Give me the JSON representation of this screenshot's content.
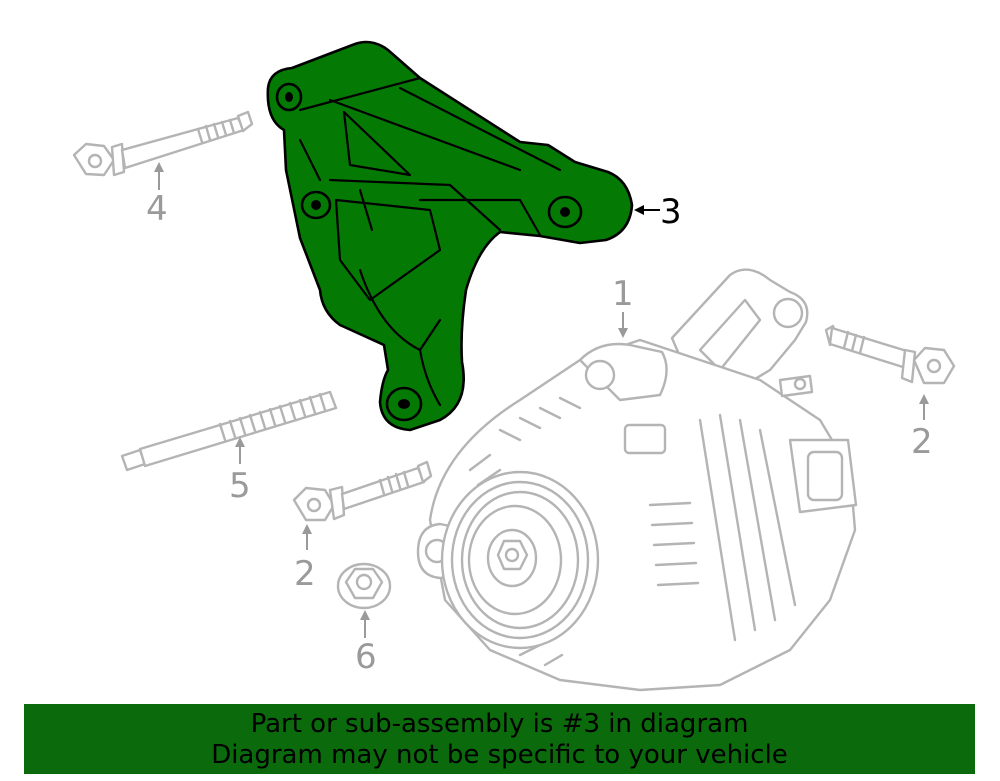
{
  "callouts": {
    "part_1": "1",
    "part_2_right": "2",
    "part_2_left": "2",
    "part_3": "3",
    "part_4": "4",
    "part_5": "5",
    "part_6": "6"
  },
  "banner": {
    "line1": "Part or sub-assembly is #3 in diagram",
    "line2": "Diagram may not be specific to your vehicle"
  },
  "colors": {
    "highlight": "#047a04",
    "banner": "#0b6a0b",
    "ghost_line": "#b4b4b4",
    "label_gray": "#9a9a9a"
  }
}
